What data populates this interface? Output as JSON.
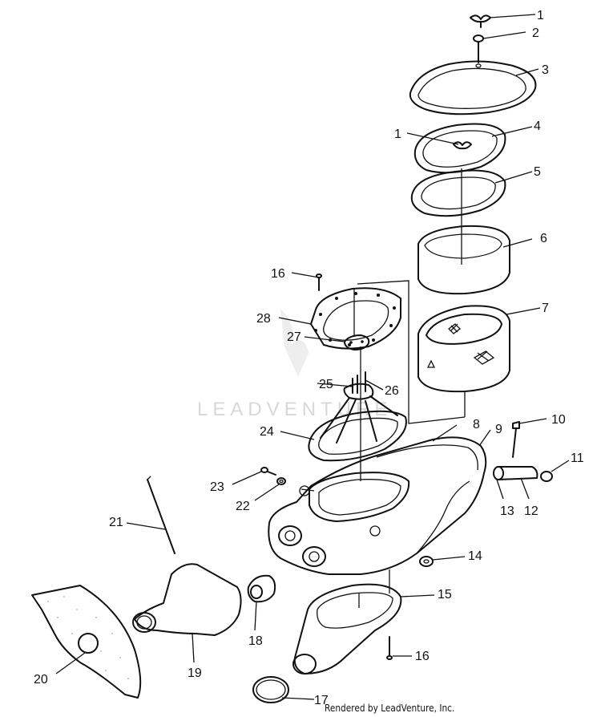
{
  "watermark": "LEADVENTURE",
  "footer": "Rendered by LeadVenture, Inc.",
  "callouts": [
    {
      "id": "1a",
      "text": "1"
    },
    {
      "id": "2",
      "text": "2"
    },
    {
      "id": "3",
      "text": "3"
    },
    {
      "id": "1b",
      "text": "1"
    },
    {
      "id": "4",
      "text": "4"
    },
    {
      "id": "5",
      "text": "5"
    },
    {
      "id": "6",
      "text": "6"
    },
    {
      "id": "7",
      "text": "7"
    },
    {
      "id": "16a",
      "text": "16"
    },
    {
      "id": "28",
      "text": "28"
    },
    {
      "id": "27",
      "text": "27"
    },
    {
      "id": "25",
      "text": "25"
    },
    {
      "id": "26",
      "text": "26"
    },
    {
      "id": "24",
      "text": "24"
    },
    {
      "id": "8",
      "text": "8"
    },
    {
      "id": "9",
      "text": "9"
    },
    {
      "id": "10",
      "text": "10"
    },
    {
      "id": "11",
      "text": "11"
    },
    {
      "id": "12",
      "text": "12"
    },
    {
      "id": "13",
      "text": "13"
    },
    {
      "id": "23",
      "text": "23"
    },
    {
      "id": "22",
      "text": "22"
    },
    {
      "id": "21",
      "text": "21"
    },
    {
      "id": "14",
      "text": "14"
    },
    {
      "id": "15",
      "text": "15"
    },
    {
      "id": "18",
      "text": "18"
    },
    {
      "id": "19",
      "text": "19"
    },
    {
      "id": "20",
      "text": "20"
    },
    {
      "id": "16b",
      "text": "16"
    },
    {
      "id": "17",
      "text": "17"
    }
  ]
}
